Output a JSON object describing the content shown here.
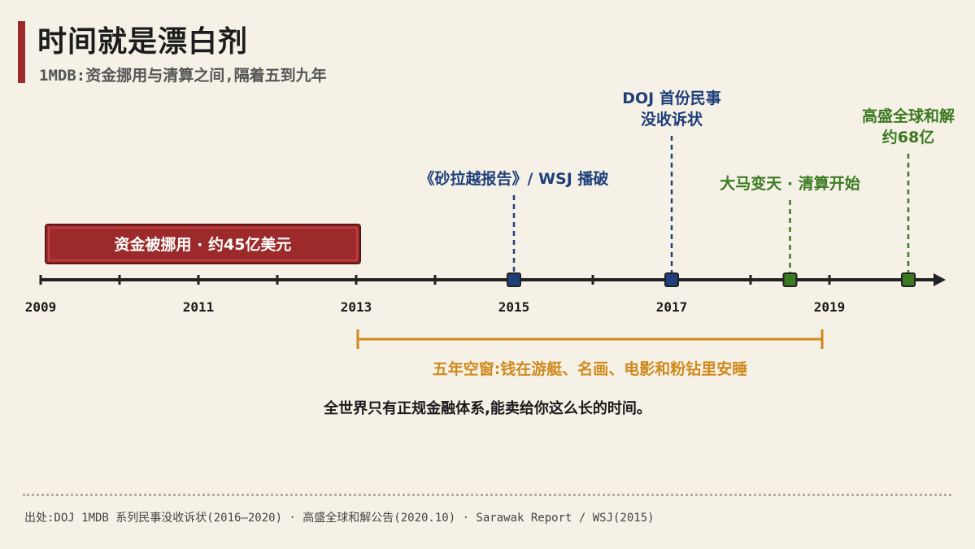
{
  "header": {
    "title": "时间就是漂白剂",
    "subtitle": "1MDB:资金挪用与清算之间,隔着五到九年"
  },
  "colors": {
    "red": "#9c2a2a",
    "blue": "#1e3f7a",
    "green": "#3b7a22",
    "orange": "#cf8a1e",
    "axis": "#222222"
  },
  "timeline": {
    "year_labels": [
      "2009",
      "2011",
      "2013",
      "2015",
      "2017",
      "2019"
    ],
    "misappropriation_bar": {
      "label": "资金被挪用 · 约45亿美元",
      "start_year": 2009,
      "end_year": 2013
    },
    "events": [
      {
        "year": 2015,
        "label_lines": [
          "《砂拉越报告》/ WSJ 播破"
        ],
        "color": "blue"
      },
      {
        "year": 2017,
        "label_lines": [
          "DOJ 首份民事",
          "没收诉状"
        ],
        "color": "blue"
      },
      {
        "year": 2018.5,
        "label_lines": [
          "大马变天 · 清算开始"
        ],
        "color": "green"
      },
      {
        "year": 2020,
        "label_lines": [
          "高盛全球和解",
          "约68亿"
        ],
        "color": "green"
      }
    ],
    "gap": {
      "label": "五年空窗:钱在游艇、名画、电影和粉钻里安睡",
      "start_year": 2013,
      "end_year": 2019
    }
  },
  "quote": "全世界只有正规金融体系,能卖给你这么长的时间。",
  "source": "出处:DOJ 1MDB 系列民事没收诉状(2016–2020) · 高盛全球和解公告(2020.10) · Sarawak Report / WSJ(2015)"
}
